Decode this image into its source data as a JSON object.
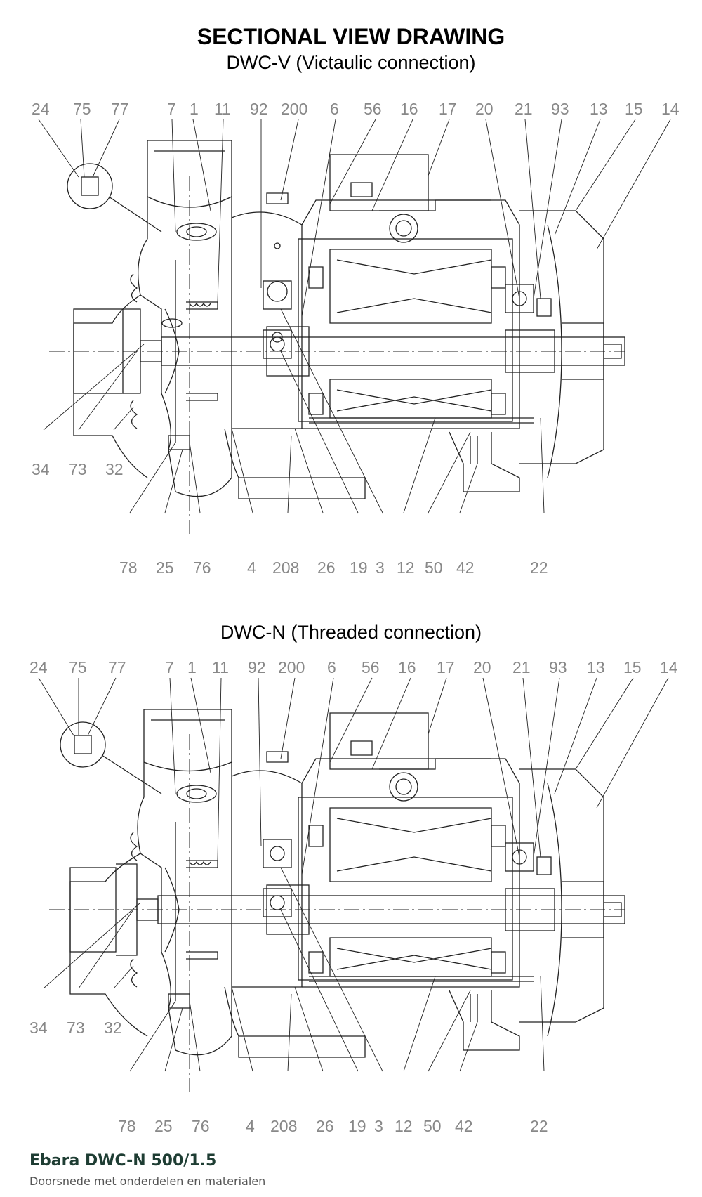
{
  "header": {
    "title": "SECTIONAL VIEW DRAWING",
    "subtitle_victaulic": "DWC-V (Victaulic connection)",
    "subtitle_threaded": "DWC-N (Threaded connection)"
  },
  "callouts_top": [
    "24",
    "75",
    "77",
    "7",
    "1",
    "11",
    "92",
    "200",
    "6",
    "56",
    "16",
    "17",
    "20",
    "21",
    "93",
    "13",
    "15",
    "14"
  ],
  "callouts_bottom": [
    "78",
    "25",
    "76",
    "4",
    "208",
    "26",
    "19",
    "3",
    "12",
    "50",
    "42",
    "22"
  ],
  "callouts_left": [
    "34",
    "73",
    "32"
  ],
  "footer": {
    "title": "Ebara DWC-N 500/1.5",
    "subtitle": "Doorsnede met onderdelen en materialen"
  }
}
